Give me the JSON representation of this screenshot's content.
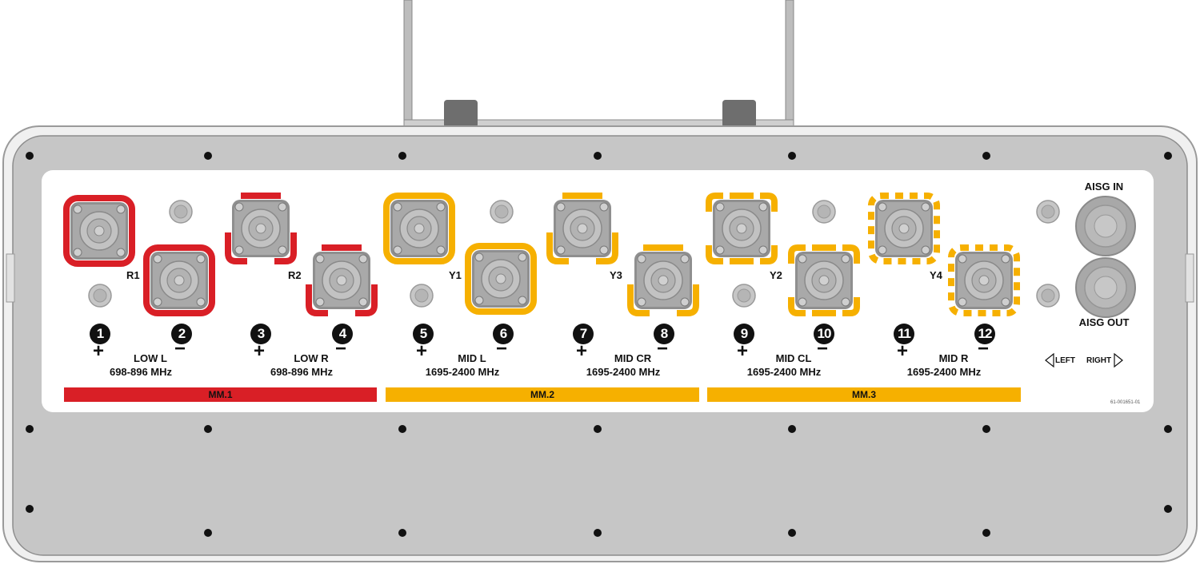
{
  "colors": {
    "red": "#d91f26",
    "yellow": "#f6b000",
    "housing": "#c4c4c4",
    "rim": "#e8e8e8",
    "label_plate": "#ffffff",
    "connector": "#a9a9a9",
    "dot": "#111111"
  },
  "ports": [
    {
      "num": "1",
      "sign": "+"
    },
    {
      "num": "2",
      "sign": "−"
    },
    {
      "num": "3",
      "sign": "+"
    },
    {
      "num": "4",
      "sign": "−"
    },
    {
      "num": "5",
      "sign": "+"
    },
    {
      "num": "6",
      "sign": "−"
    },
    {
      "num": "7",
      "sign": "+"
    },
    {
      "num": "8",
      "sign": "−"
    },
    {
      "num": "9",
      "sign": "+"
    },
    {
      "num": "10",
      "sign": "−"
    },
    {
      "num": "11",
      "sign": "+"
    },
    {
      "num": "12",
      "sign": "−"
    }
  ],
  "rcu_labels": [
    "R1",
    "R2",
    "Y1",
    "Y3",
    "Y2",
    "Y4"
  ],
  "bands": [
    {
      "name": "LOW L",
      "freq": "698-896 MHz"
    },
    {
      "name": "LOW R",
      "freq": "698-896 MHz"
    },
    {
      "name": "MID L",
      "freq": "1695-2400 MHz"
    },
    {
      "name": "MID CR",
      "freq": "1695-2400 MHz"
    },
    {
      "name": "MID CL",
      "freq": "1695-2400 MHz"
    },
    {
      "name": "MID R",
      "freq": "1695-2400 MHz"
    }
  ],
  "groups": [
    {
      "label": "MM.1",
      "color": "red"
    },
    {
      "label": "MM.2",
      "color": "yellow"
    },
    {
      "label": "MM.3",
      "color": "yellow"
    }
  ],
  "aisg": {
    "in": "AISG IN",
    "out": "AISG OUT"
  },
  "direction": {
    "left": "LEFT",
    "right": "RIGHT"
  },
  "part_number": "61-001651-01"
}
